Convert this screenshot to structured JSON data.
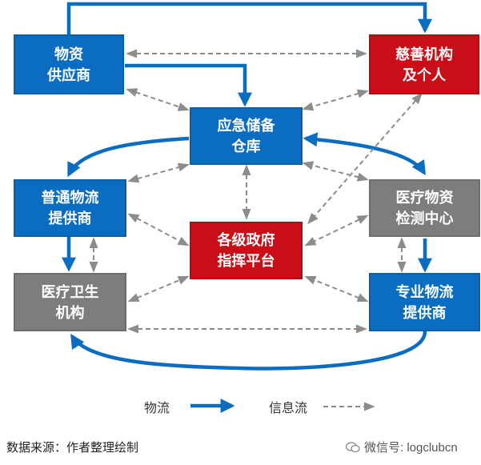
{
  "nodes": {
    "supplier": {
      "line1": "物资",
      "line2": "供应商",
      "color": "#0a6dc2"
    },
    "charity": {
      "line1": "慈善机构",
      "line2": "及个人",
      "color": "#c90e17"
    },
    "warehouse": {
      "line1": "应急储备",
      "line2": "仓库",
      "color": "#0a6dc2"
    },
    "general_log": {
      "line1": "普通物流",
      "line2": "提供商",
      "color": "#0a6dc2"
    },
    "testing": {
      "line1": "医疗物资",
      "line2": "检测中心",
      "color": "#7d7d7d"
    },
    "government": {
      "line1": "各级政府",
      "line2": "指挥平台",
      "color": "#c90e17"
    },
    "medical": {
      "line1": "医疗卫生",
      "line2": "机构",
      "color": "#7d7d7d"
    },
    "pro_log": {
      "line1": "专业物流",
      "line2": "提供商",
      "color": "#0a6dc2"
    }
  },
  "legend": {
    "material_flow": "物流",
    "info_flow": "信息流"
  },
  "footer": {
    "source": "数据来源：作者整理绘制",
    "wechat": "微信号: logclubcn"
  },
  "colors": {
    "flow_arrow": "#0a6dc2",
    "info_arrow": "#8c8c8c"
  }
}
